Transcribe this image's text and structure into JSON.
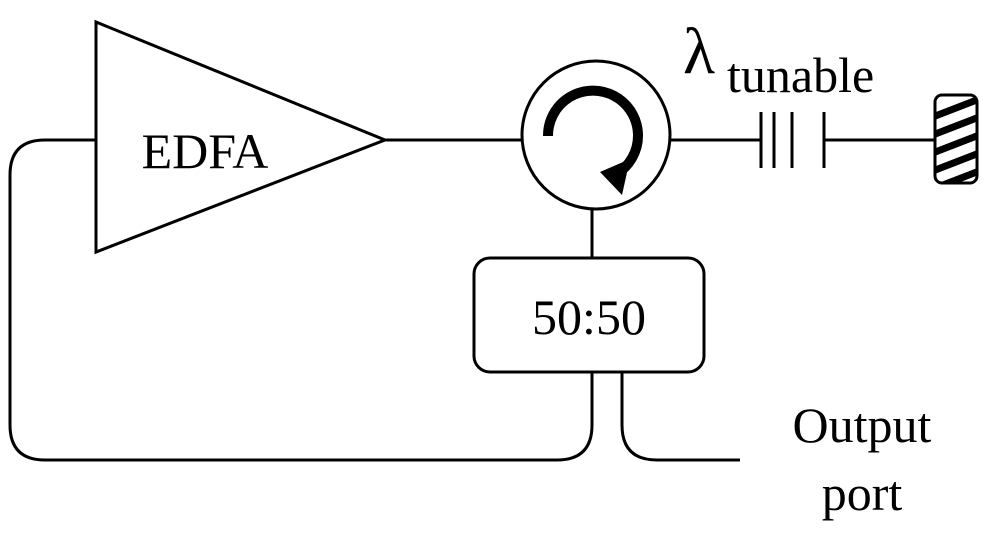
{
  "labels": {
    "amplifier": "EDFA",
    "lambda_symbol": "λ",
    "lambda_subscript": "tunable",
    "coupler": "50:50",
    "output_line1": "Output",
    "output_line2": "port"
  },
  "components": {
    "amplifier": "triangle amplifier",
    "circulator": "circulator-icon",
    "filter": "tunable-filter-icon",
    "grating": "grating-icon",
    "coupler": "rounded box coupler"
  },
  "colors": {
    "stroke": "#000000",
    "background": "#ffffff"
  }
}
